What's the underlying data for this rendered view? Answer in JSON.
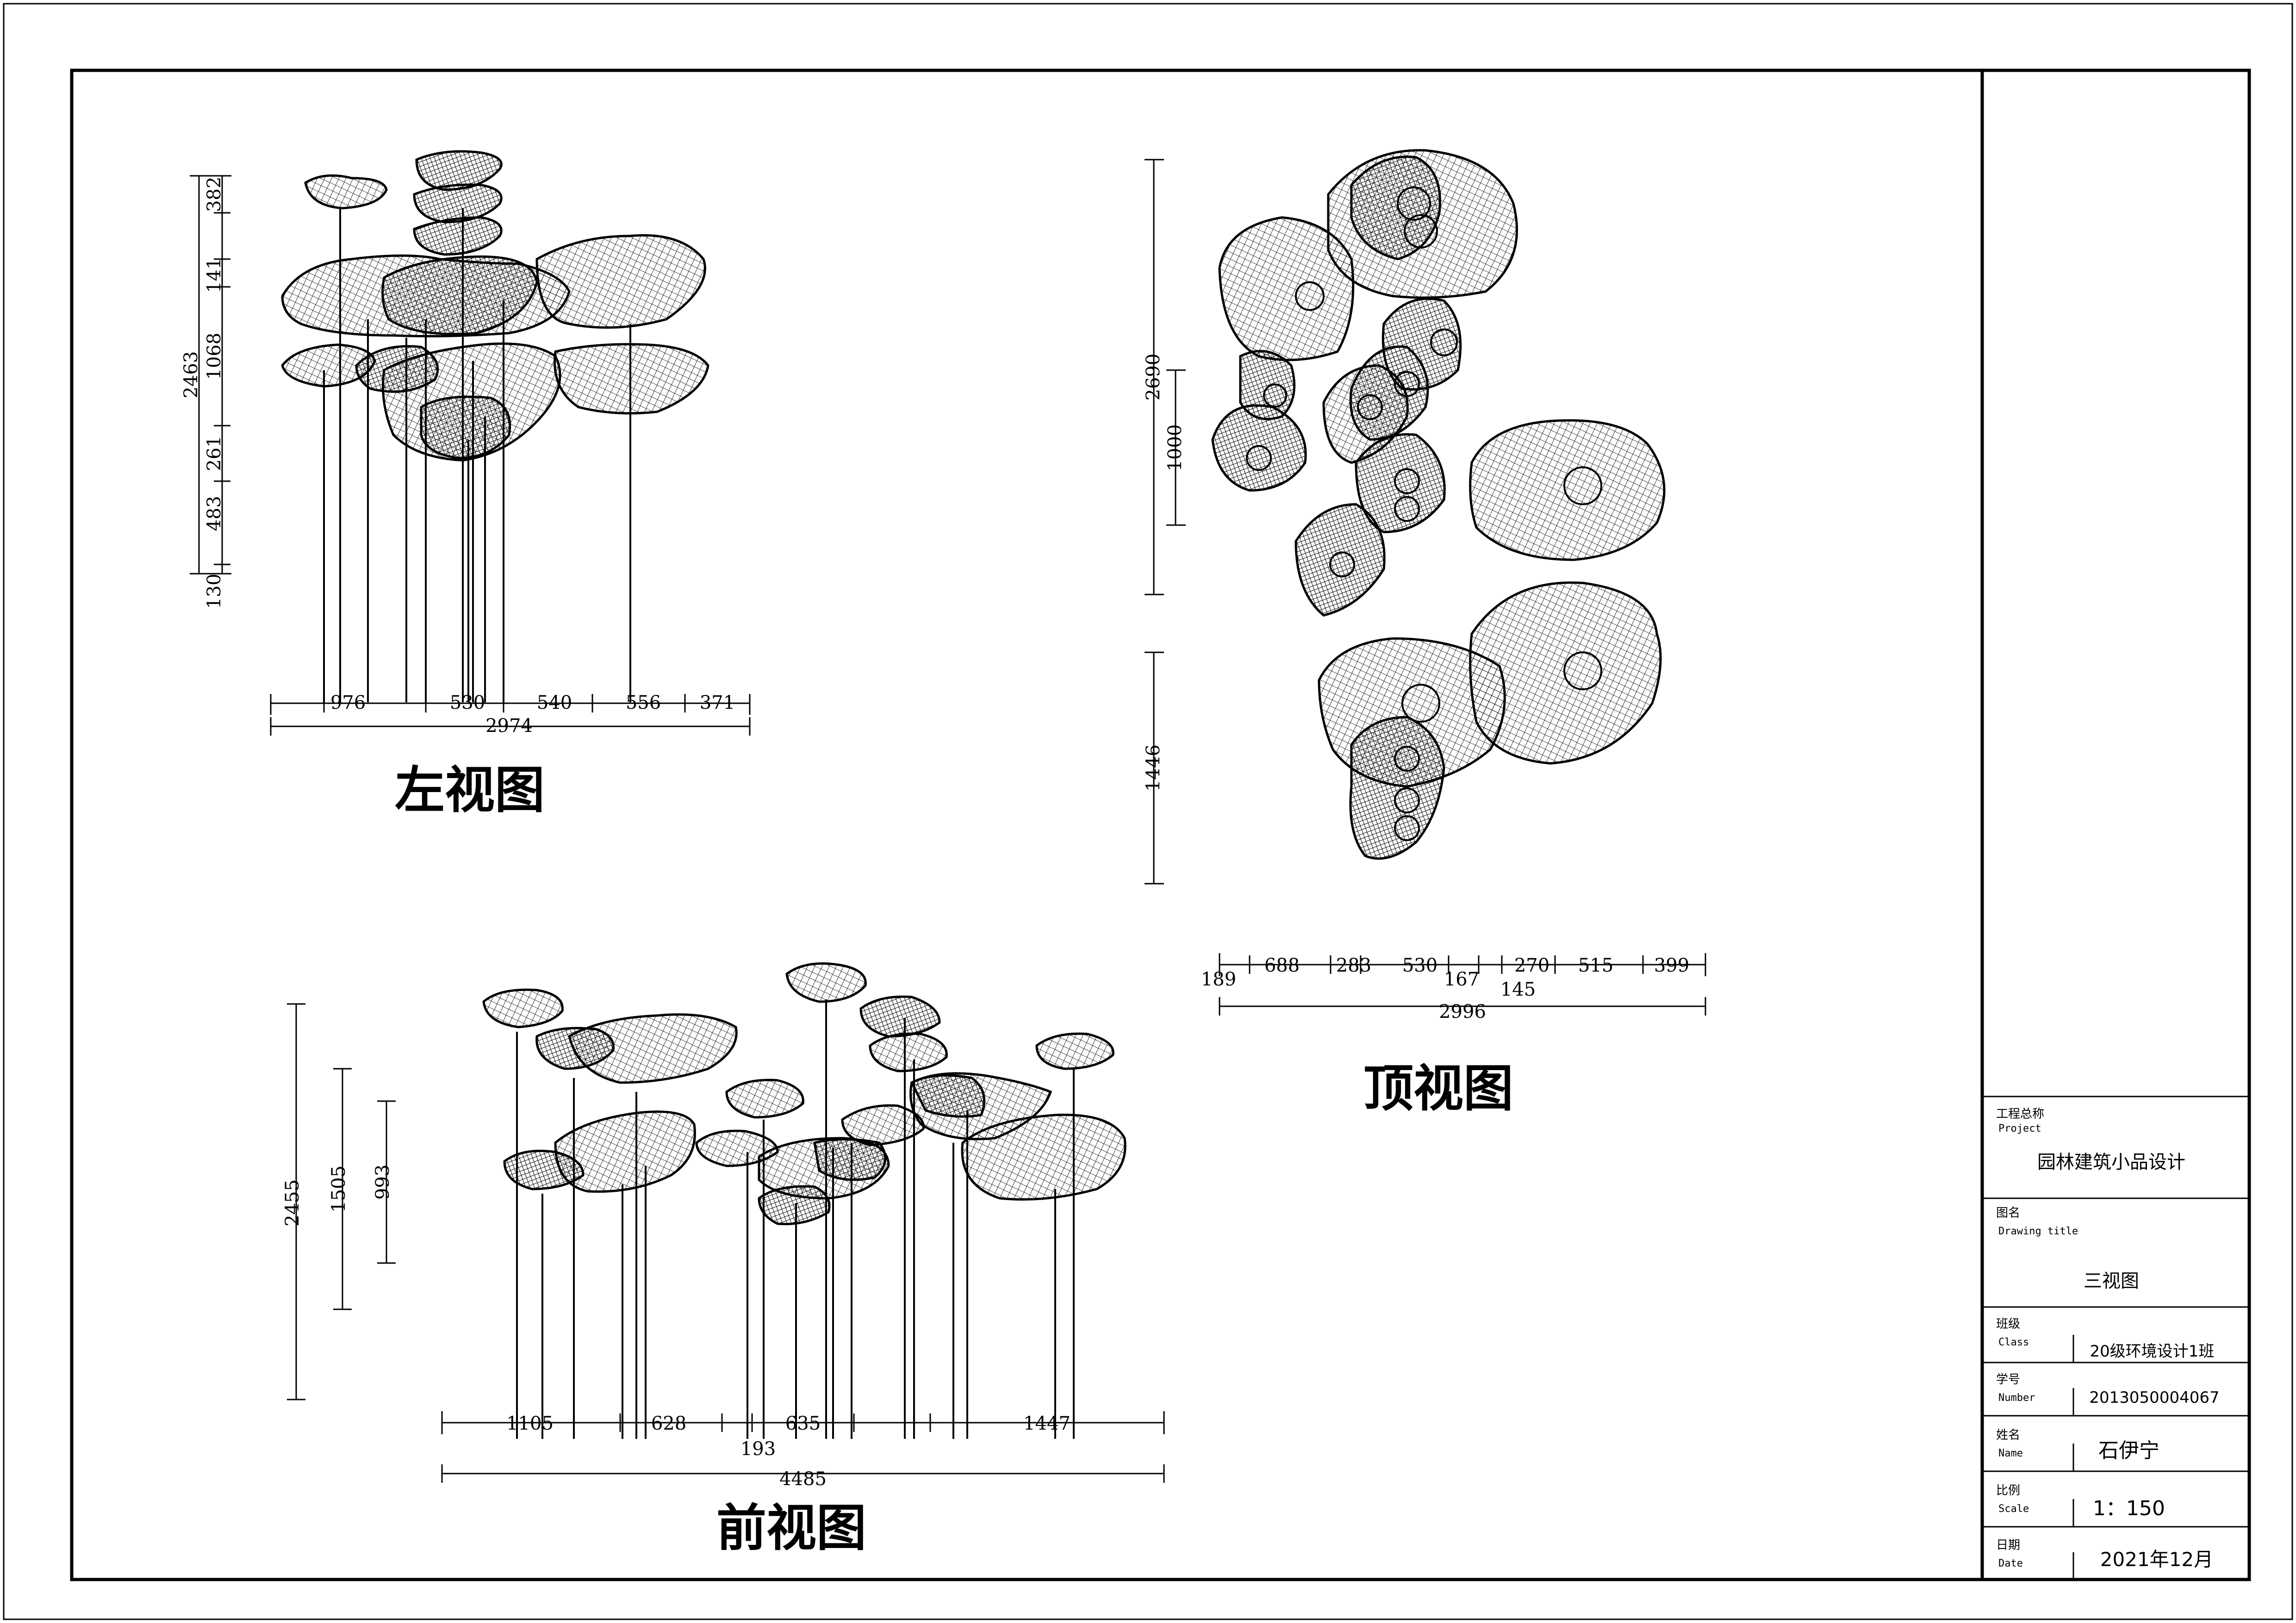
{
  "views": {
    "left": {
      "title": "左视图",
      "vertical_dims": [
        "382",
        "141",
        "1068",
        "261",
        "483",
        "130"
      ],
      "overall_height": "2463",
      "horizontal_dims": [
        "976",
        "530",
        "540",
        "556",
        "371"
      ],
      "overall_width": "2974"
    },
    "top": {
      "title": "顶视图",
      "vertical_dims": [
        "2690",
        "1000",
        "1446"
      ],
      "horizontal_dims": [
        "189",
        "688",
        "283",
        "530",
        "167",
        "145",
        "270",
        "515",
        "399"
      ],
      "overall_width": "2996"
    },
    "front": {
      "title": "前视图",
      "vertical_dims": [
        "2455",
        "1505",
        "993"
      ],
      "horizontal_dims": [
        "1105",
        "628",
        "193",
        "635",
        "1447"
      ],
      "overall_width": "4485"
    }
  },
  "title_block": {
    "project_label": "工程总称",
    "project_label_en": "Project",
    "project_name": "园林建筑小品设计",
    "drawing_title_label": "图名",
    "drawing_title_label_en": "Drawing  title",
    "drawing_title": "三视图",
    "class_label": "班级",
    "class_label_en": "Class",
    "class_value": "20级环境设计1班",
    "number_label": "学号",
    "number_label_en": "Number",
    "number_value": "2013050004067",
    "name_label": "姓名",
    "name_label_en": "Name",
    "name_value": "石伊宁",
    "scale_label": "比例",
    "scale_label_en": "Scale",
    "scale_value": "1：150",
    "date_label": "日期",
    "date_label_en": "Date",
    "date_value": "2021年12月"
  }
}
